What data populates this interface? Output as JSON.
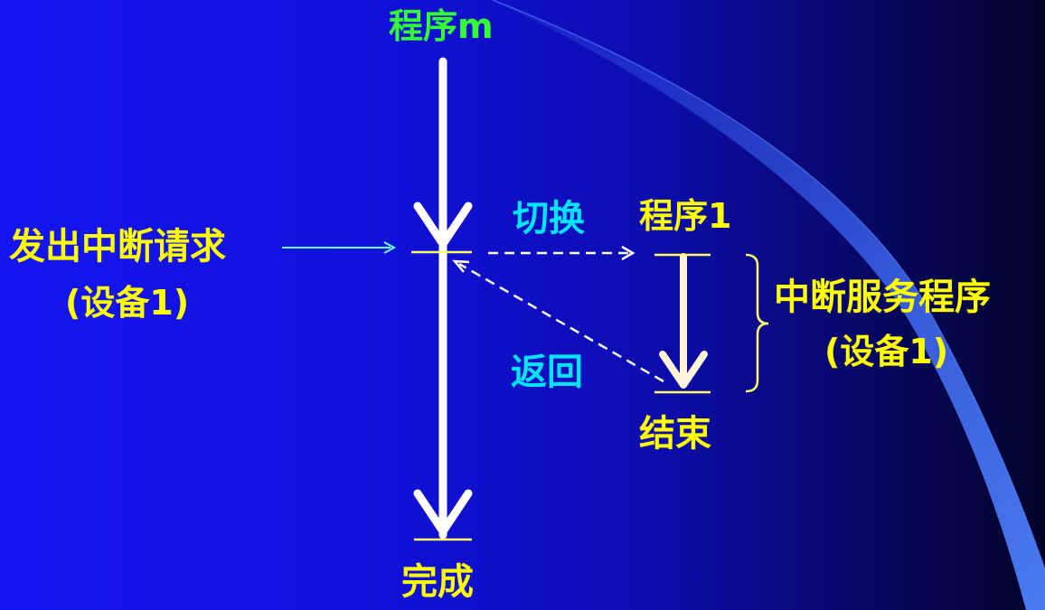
{
  "colors": {
    "main_flow": "#ffffff",
    "service_flow": "#fff5dc",
    "tick": "#ffff66",
    "switch_arrow": "#66ffff",
    "label_green": "#33ff33",
    "label_yellow": "#ffff00",
    "label_cyan": "#00e5ff"
  },
  "labels": {
    "program_m": "程序m",
    "program_1": "程序1",
    "interrupt_request": "发出中断请求",
    "device_left": "(设备1)",
    "switch": "切换",
    "return": "返回",
    "end": "结束",
    "isr": "中断服务程序",
    "device_right": "(设备1)",
    "complete": "完成"
  }
}
